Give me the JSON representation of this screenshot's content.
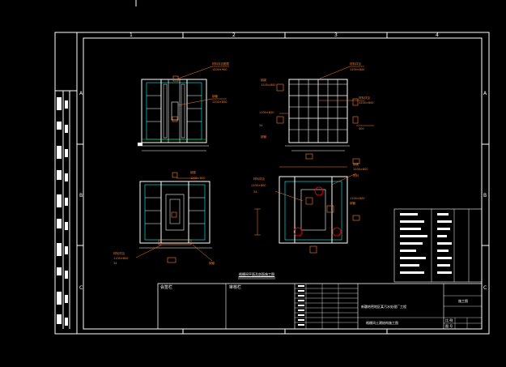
{
  "colors": {
    "background": "#000000",
    "frame": "#ffffff",
    "dimension": "#ff7f27",
    "outline": "#ffffff",
    "cyan": "#00ffff",
    "green": "#00ff00",
    "red": "#ff0000"
  },
  "frame": {
    "column_numbers": [
      "1",
      "2",
      "3",
      "4"
    ],
    "row_letters": [
      "A",
      "B",
      "C"
    ]
  },
  "title_block": {
    "left_box_label": "会签栏",
    "middle_box_label": "审核栏",
    "drawing_title": "新疆哈密地区某污水处理厂工程",
    "drawing_subtitle": "格栅间土建结构施工图",
    "right_header": "施工图",
    "scale_label": "比 例",
    "drawing_no_label": "图 号"
  },
  "drawing_caption": "格栅间平面及剖面施工图"
}
